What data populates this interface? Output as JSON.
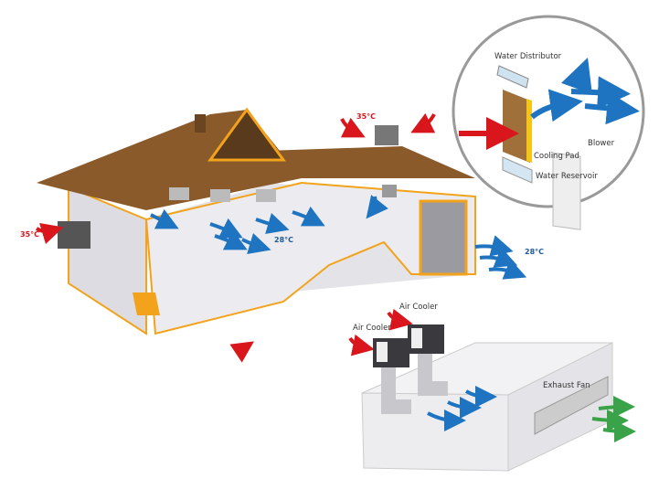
{
  "colors": {
    "roof": "#8b5a2b",
    "trim": "#f2a31b",
    "wall": "#e8e8ec",
    "hot_air": "#d8161b",
    "cool_air": "#1e74c0",
    "exhaust_air": "#3aa34a"
  },
  "house": {
    "temp_outside_left": "35°C",
    "temp_outside_roof": "35°C",
    "temp_inside": "28°C",
    "temp_outflow": "28°C"
  },
  "detail": {
    "water_distributor": "Water Distributor",
    "cooling_pad": "Cooling Pad",
    "blower": "Blower",
    "water_reservoir": "Water Reservoir"
  },
  "industrial": {
    "air_cooler_1": "Air Cooler",
    "air_cooler_2": "Air Cooler",
    "exhaust_fan": "Exhaust Fan"
  }
}
